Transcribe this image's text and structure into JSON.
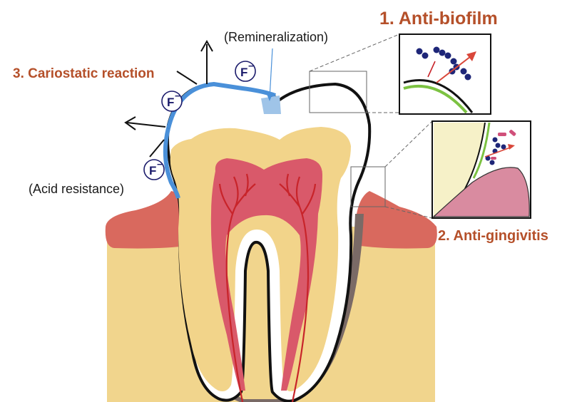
{
  "labels": {
    "anti_biofilm": "1. Anti-biofilm",
    "anti_gingivitis": "2. Anti-gingivitis",
    "cariostatic": "3. Cariostatic reaction",
    "remineralization": "(Remineralization)",
    "acid_resistance": "(Acid resistance)",
    "fluoride_ion": "F",
    "fluoride_charge": "−"
  },
  "colors": {
    "label_accent": "#b5502a",
    "bone": "#f1d58d",
    "gum": "#d9695e",
    "enamel_coat": "#4a90d9",
    "dentin": "#f2d48a",
    "pulp": "#d9596a",
    "nerve": "#c8242a",
    "bacteria": "#1e2678",
    "inset_gum": "#d98ba0",
    "biofilm_line": "#7cc242"
  },
  "icons": [
    "fluoride-ion-icon",
    "reaction-arrow-icon",
    "bacteria-icon"
  ]
}
